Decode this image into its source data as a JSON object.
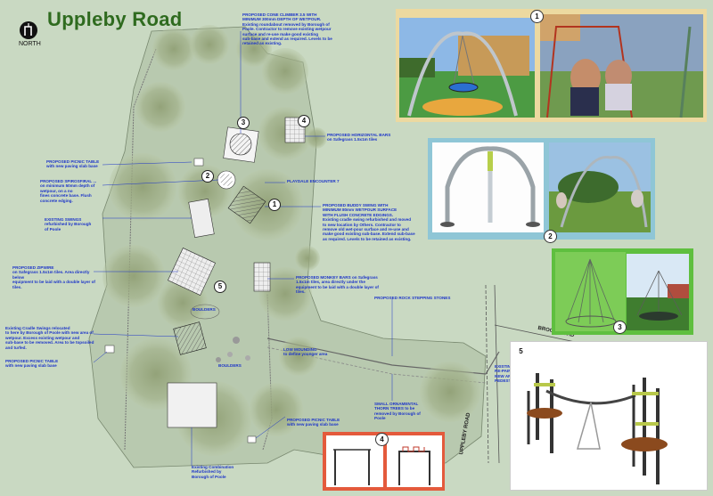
{
  "title": "Uppleby Road",
  "north_label": "NORTH",
  "notes": {
    "cone_climber": [
      "PROPOSED CONE CLIMBER 3.5 WITH",
      "MINIMUM 300mm DEPTH OF WETPOUR.",
      "Existing roundabout removed by Borough of",
      "Poole. Contractor to remove existing wetpour",
      "surface and re-use make good existing",
      "sub-base and extend as required. Levels to be",
      "retained as existing."
    ],
    "horizontal_bars": [
      "PROPOSED HORIZONTAL BARS",
      "on Safegrass 1.5x1m tiles"
    ],
    "picnic_top": [
      "PROPOSED PICNIC TABLE",
      "with new paving slab base"
    ],
    "spirosphere": [
      "PROPOSED SPIROSFIRAL ...",
      "on minimum 50mm depth of wetpour, on a no",
      "fines concrete base. Flush concrete edging."
    ],
    "playdale": [
      "PLAYDALE ENCOUNTER 7"
    ],
    "existing_swings": [
      "EXISTING SWINGS",
      "refurbished by Borough",
      "of Poole"
    ],
    "buddy_swing": [
      "PROPOSED BUDDY SWING WITH",
      "MINIMUM 80mm WETPOUR SURFACE",
      "WITH FLUSH CONCRETE EDGINGS.",
      "Existing cradle swing refurbished and moved",
      "to new location by Others. Contractor to",
      "remove old wet-pour surface and re-use and",
      "make good existing sub-base. Extend sub-base",
      "as required. Levels to be retained as existing."
    ],
    "zipwire": [
      "PROPOSED ZIPWIRE",
      "on Safegrass 1.5x1m tiles. Area directly below",
      "equipment to be laid with a double layer of",
      "tiles."
    ],
    "monkey_bars": [
      "PROPOSED MONKEY BARS on Safegrass",
      "1.5x1m tiles, area directly under the",
      "equipment to be laid with a double layer of",
      "tiles."
    ],
    "rock_stepping": [
      "PROPOSED ROCK STEPPING STONES"
    ],
    "cradle_swings": [
      "Existing Cradle Swings relocated",
      "to here by Borough of Poole with new area of",
      "wetpour. Excess existing wetpour and",
      "sub-base to be removed. Area to be topsoiled",
      "and turfed."
    ],
    "picnic_left": [
      "PROPOSED PICNIC TABLE",
      "with new paving slab base"
    ],
    "boulders_a": [
      "BOULDERS"
    ],
    "boulders_b": [
      "BOULDERS"
    ],
    "log_mounding": [
      "LOW MOUNDING",
      "to define younger area"
    ],
    "picnic_bottom": [
      "PROPOSED PICNIC TABLE",
      "with new paving slab base"
    ],
    "thorn_trees": [
      "SMALL ORNAMENTAL",
      "THORN TREES to be",
      "removed by Borough of",
      "Poole"
    ],
    "combination": [
      "Existing Combination",
      "Refurbished by",
      "Borough of Poole"
    ],
    "existing_right": [
      "EXISTING",
      "RE-PAINT",
      "NEW AR",
      "PEDESTRI"
    ]
  },
  "roads": {
    "brook_road": "BROOK ROAD",
    "uppleby_road": "UPPLEBY ROAD"
  },
  "panels": [
    {
      "number": "1"
    },
    {
      "number": "2"
    },
    {
      "number": "3"
    },
    {
      "number": "4"
    },
    {
      "number": "5"
    }
  ],
  "map_markers": [
    "1",
    "2",
    "3",
    "4",
    "5"
  ],
  "colors": {
    "background": "#c9d9c2",
    "title": "#2f6b1f",
    "annotation": "#1d35c9",
    "panel1_border": "#ecd9a0",
    "panel2_border": "#8fc6d6",
    "panel3_border": "#5fbf3f",
    "panel4_border": "#e45a3c",
    "panel5_border": "#ffffff"
  }
}
